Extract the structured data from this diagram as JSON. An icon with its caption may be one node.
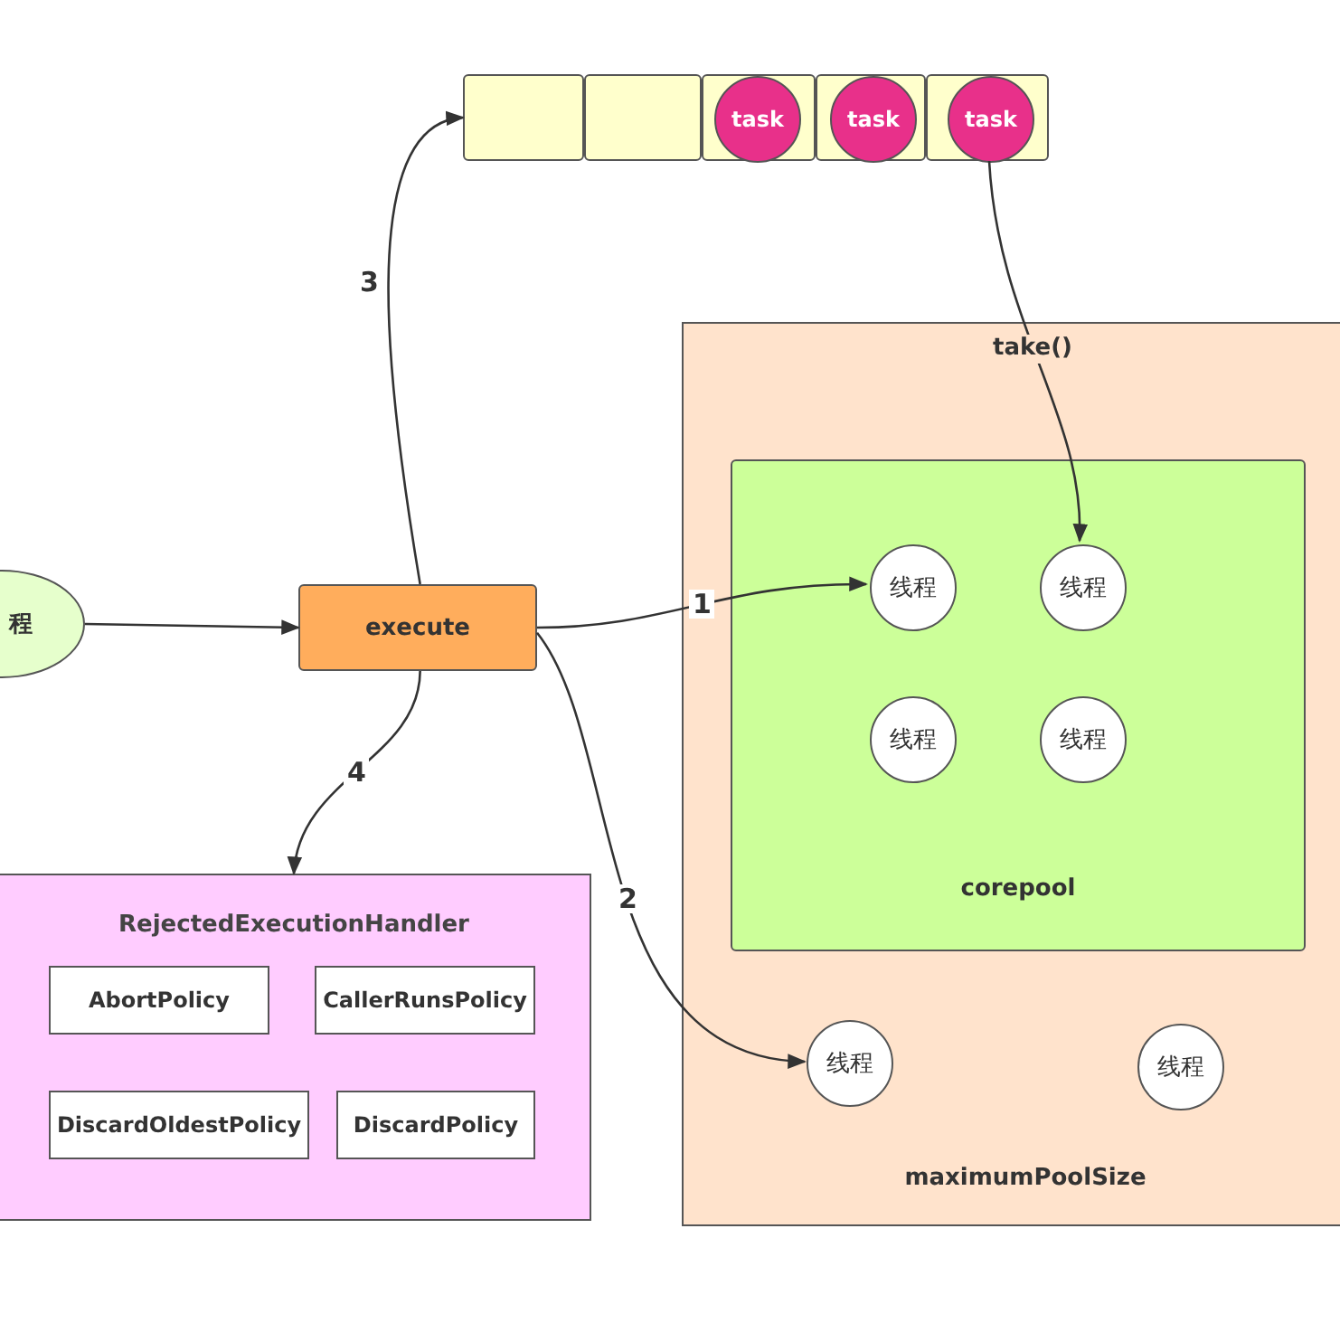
{
  "diagram": {
    "nodes": [
      {
        "text": [
          "程"
        ]
      },
      {
        "text": [],
        "shape": "box"
      },
      {
        "text": [],
        "shape": "box"
      },
      {
        "text": [],
        "shape": "box"
      },
      {
        "text": [
          "task"
        ],
        "in": 3
      },
      {
        "text": [],
        "shape": "box"
      },
      {
        "text": [
          "task"
        ],
        "in": 5
      },
      {
        "text": [],
        "shape": "box"
      },
      {
        "text": [
          "task"
        ],
        "in": 7
      },
      {
        "text": [
          "execute"
        ]
      },
      {
        "text": [
          "maximumPoolSize"
        ]
      },
      {
        "text": [
          "corepool"
        ],
        "in": 10
      },
      {
        "text": [
          "线程"
        ],
        "in": 11
      },
      {
        "text": [
          "线程"
        ],
        "in": 11
      },
      {
        "text": [
          "线程"
        ],
        "in": 11
      },
      {
        "text": [
          "线程"
        ],
        "in": 11
      },
      {
        "text": [
          "线程"
        ],
        "in": 10
      },
      {
        "text": [
          "线程"
        ],
        "in": 10
      },
      {
        "text": [
          "RejectedExecutionHandler"
        ]
      },
      {
        "text": [
          "AbortPolicy"
        ],
        "in": 18
      },
      {
        "text": [
          "CallerRunsPolicy"
        ],
        "in": 18
      },
      {
        "text": [
          "DiscardOldestPolicy"
        ],
        "in": 18
      },
      {
        "text": [
          "DiscardPolicy"
        ],
        "in": 18
      }
    ],
    "edges": [
      {
        "from": 0,
        "to": 9,
        "arrow": "to"
      },
      {
        "from": 9,
        "to": 1,
        "arrow": "to",
        "label": "3"
      },
      {
        "from": 9,
        "to": 12,
        "arrow": "to",
        "label": "1"
      },
      {
        "from": 9,
        "to": 16,
        "arrow": "to",
        "label": "2"
      },
      {
        "from": 9,
        "to": 18,
        "arrow": "to",
        "label": "4"
      },
      {
        "from": 8,
        "to": 13,
        "arrow": "to",
        "label": "take()"
      }
    ]
  }
}
